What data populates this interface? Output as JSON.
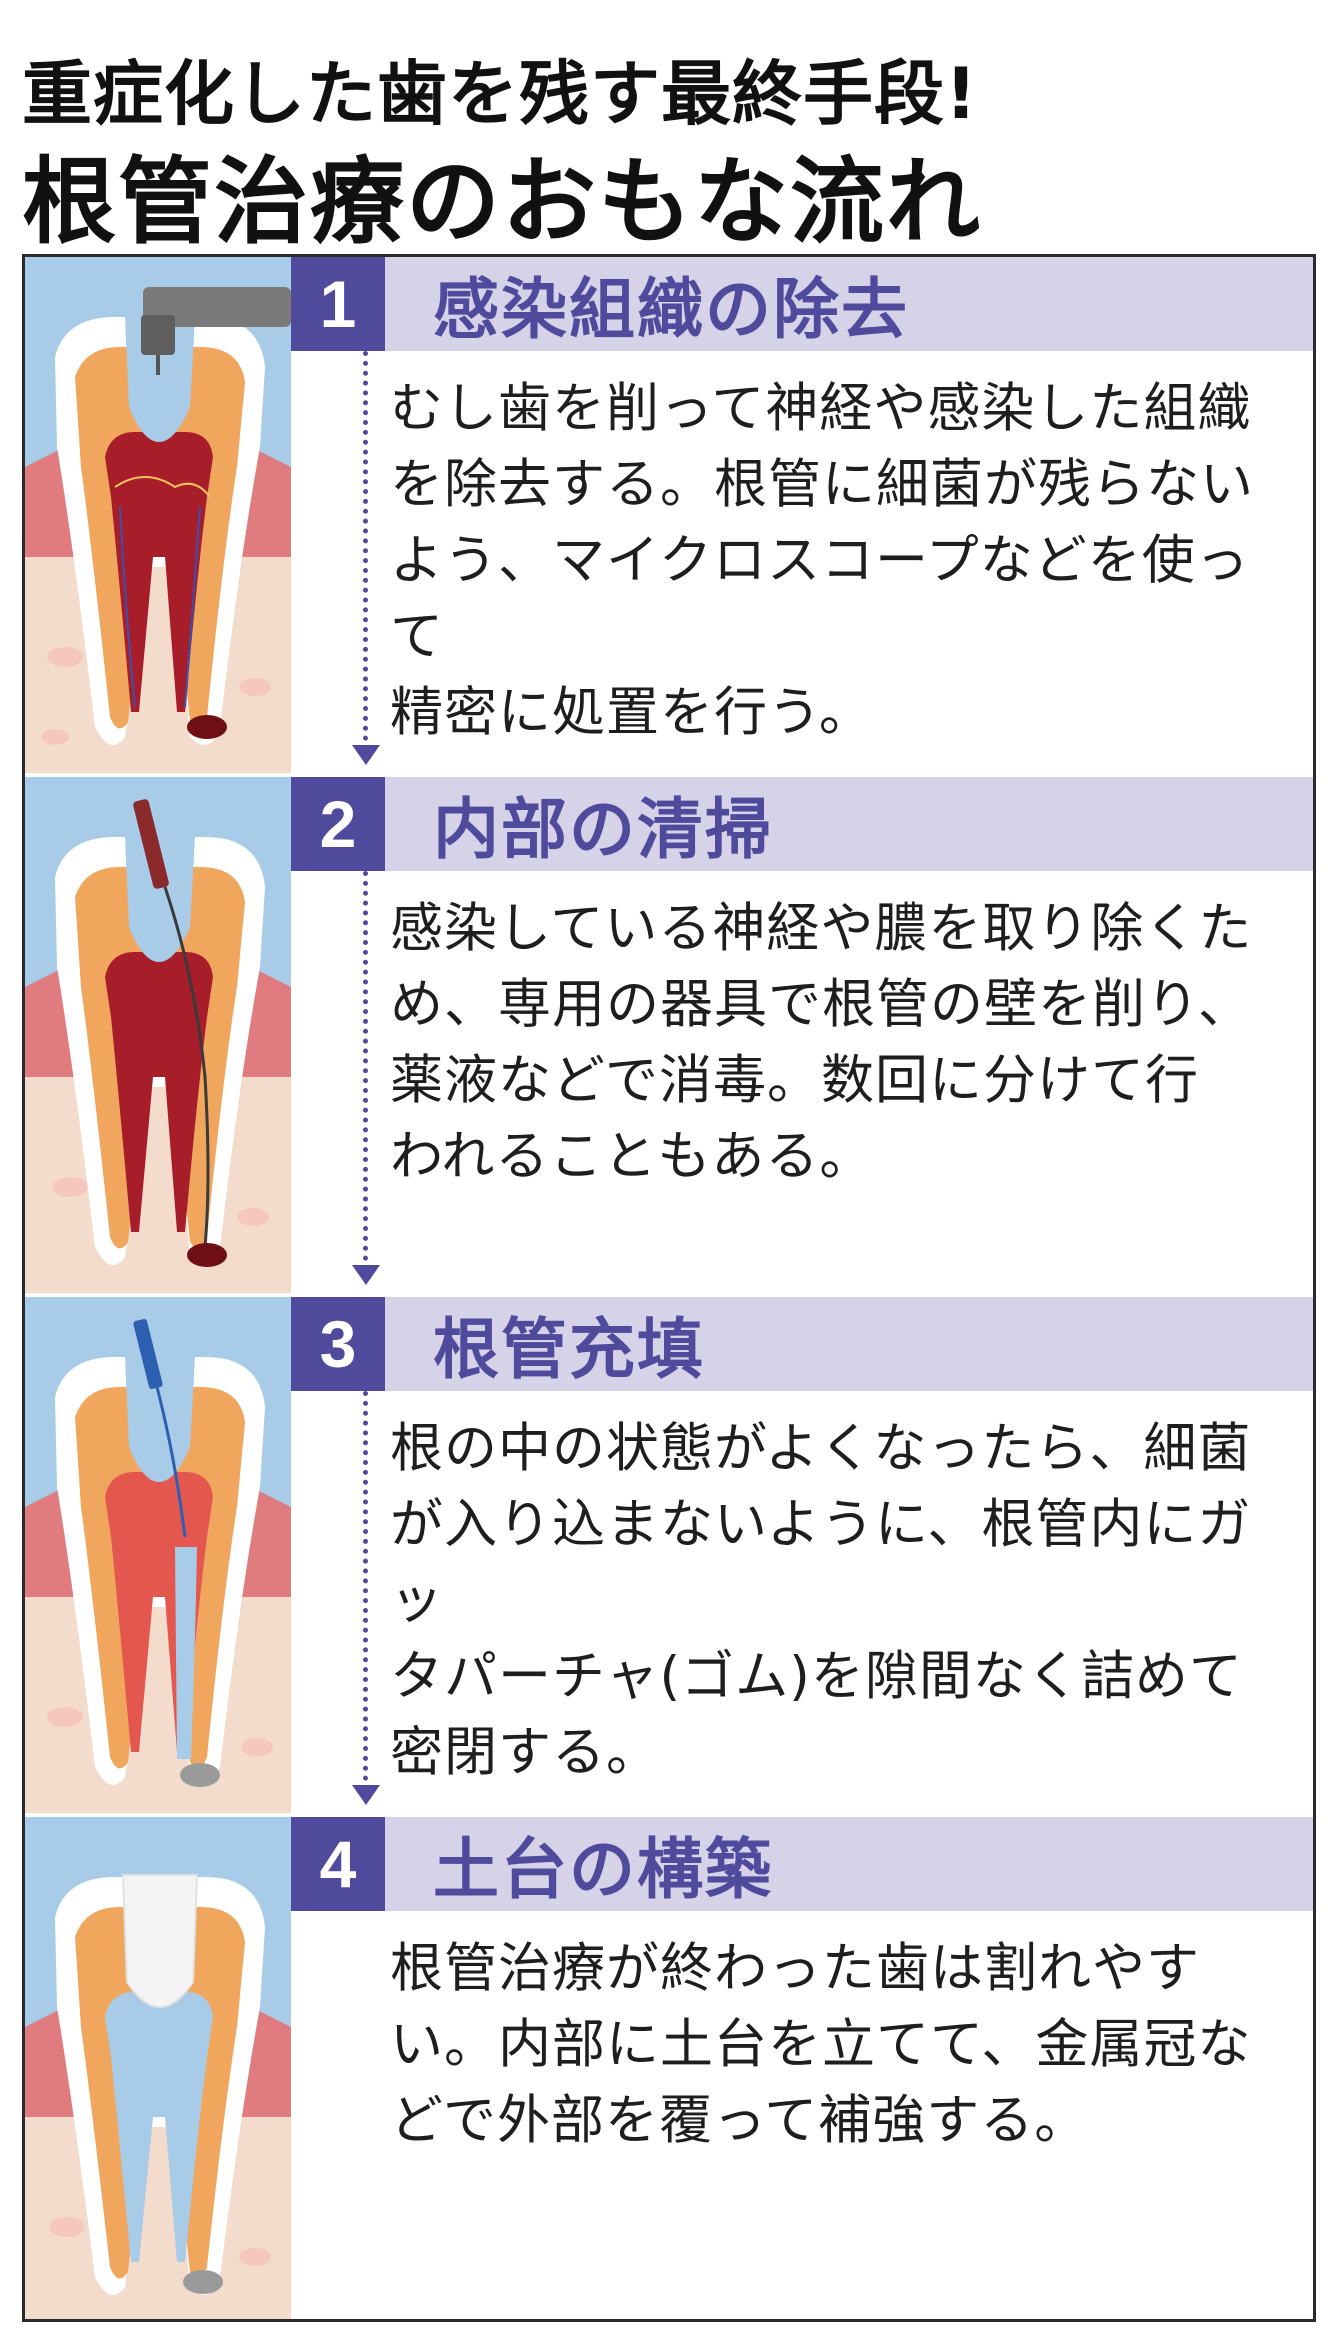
{
  "header": {
    "line1": "重症化した歯を残す最終手段!",
    "line2": "根管治療のおもな流れ"
  },
  "steps": [
    {
      "number": "1",
      "heading": "感染組織の除去",
      "lines": [
        "むし歯を削って神経や感染した組織",
        "を除去する。根管に細菌が残らない",
        "よう、マイクロスコープなどを使って",
        "精密に処置を行う。"
      ],
      "icon": "tooth-drill-icon"
    },
    {
      "number": "2",
      "heading": "内部の清掃",
      "lines": [
        "感染している神経や膿を取り除くた",
        "め、専用の器具で根管の壁を削り、",
        "薬液などで消毒。数回に分けて行",
        "われることもある。"
      ],
      "icon": "tooth-file-icon"
    },
    {
      "number": "3",
      "heading": "根管充填",
      "lines": [
        "根の中の状態がよくなったら、細菌",
        "が入り込まないように、根管内にガッ",
        "タパーチャ(ゴム)を隙間なく詰めて",
        "密閉する。"
      ],
      "icon": "tooth-filling-icon"
    },
    {
      "number": "4",
      "heading": "土台の構築",
      "lines": [
        "根管治療が終わった歯は割れやす",
        "い。内部に土台を立てて、金属冠な",
        "どで外部を覆って補強する。"
      ],
      "icon": "tooth-core-icon"
    }
  ],
  "colors": {
    "accent": "#4f4a9c",
    "header_band": "#d6d2e8",
    "sky": "#a8cbe8",
    "gum": "#e07c80",
    "bone": "#f4dccd",
    "enamel": "#ffffff",
    "dentin": "#f0a65c",
    "pulp_infected": "#a81d2a",
    "filled": "#a8cbe8"
  }
}
